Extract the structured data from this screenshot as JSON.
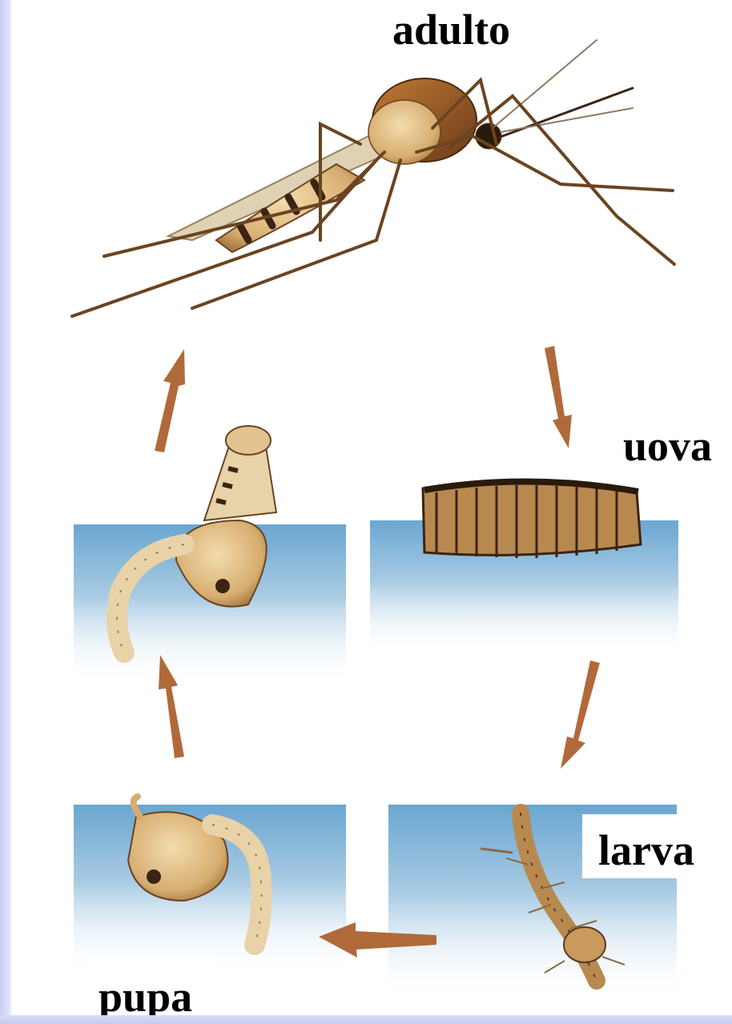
{
  "labels": {
    "adult": "adulto",
    "eggs": "uova",
    "larva": "larva",
    "pupa": "pupa"
  },
  "colors": {
    "arrow": "#b06a3a",
    "water_top": "#7fb2d6",
    "body": "#d8b47c",
    "dark": "#3a2414",
    "side_band": "#c9cdf3"
  },
  "cycle_order": [
    "adulto",
    "uova",
    "larva",
    "pupa"
  ]
}
